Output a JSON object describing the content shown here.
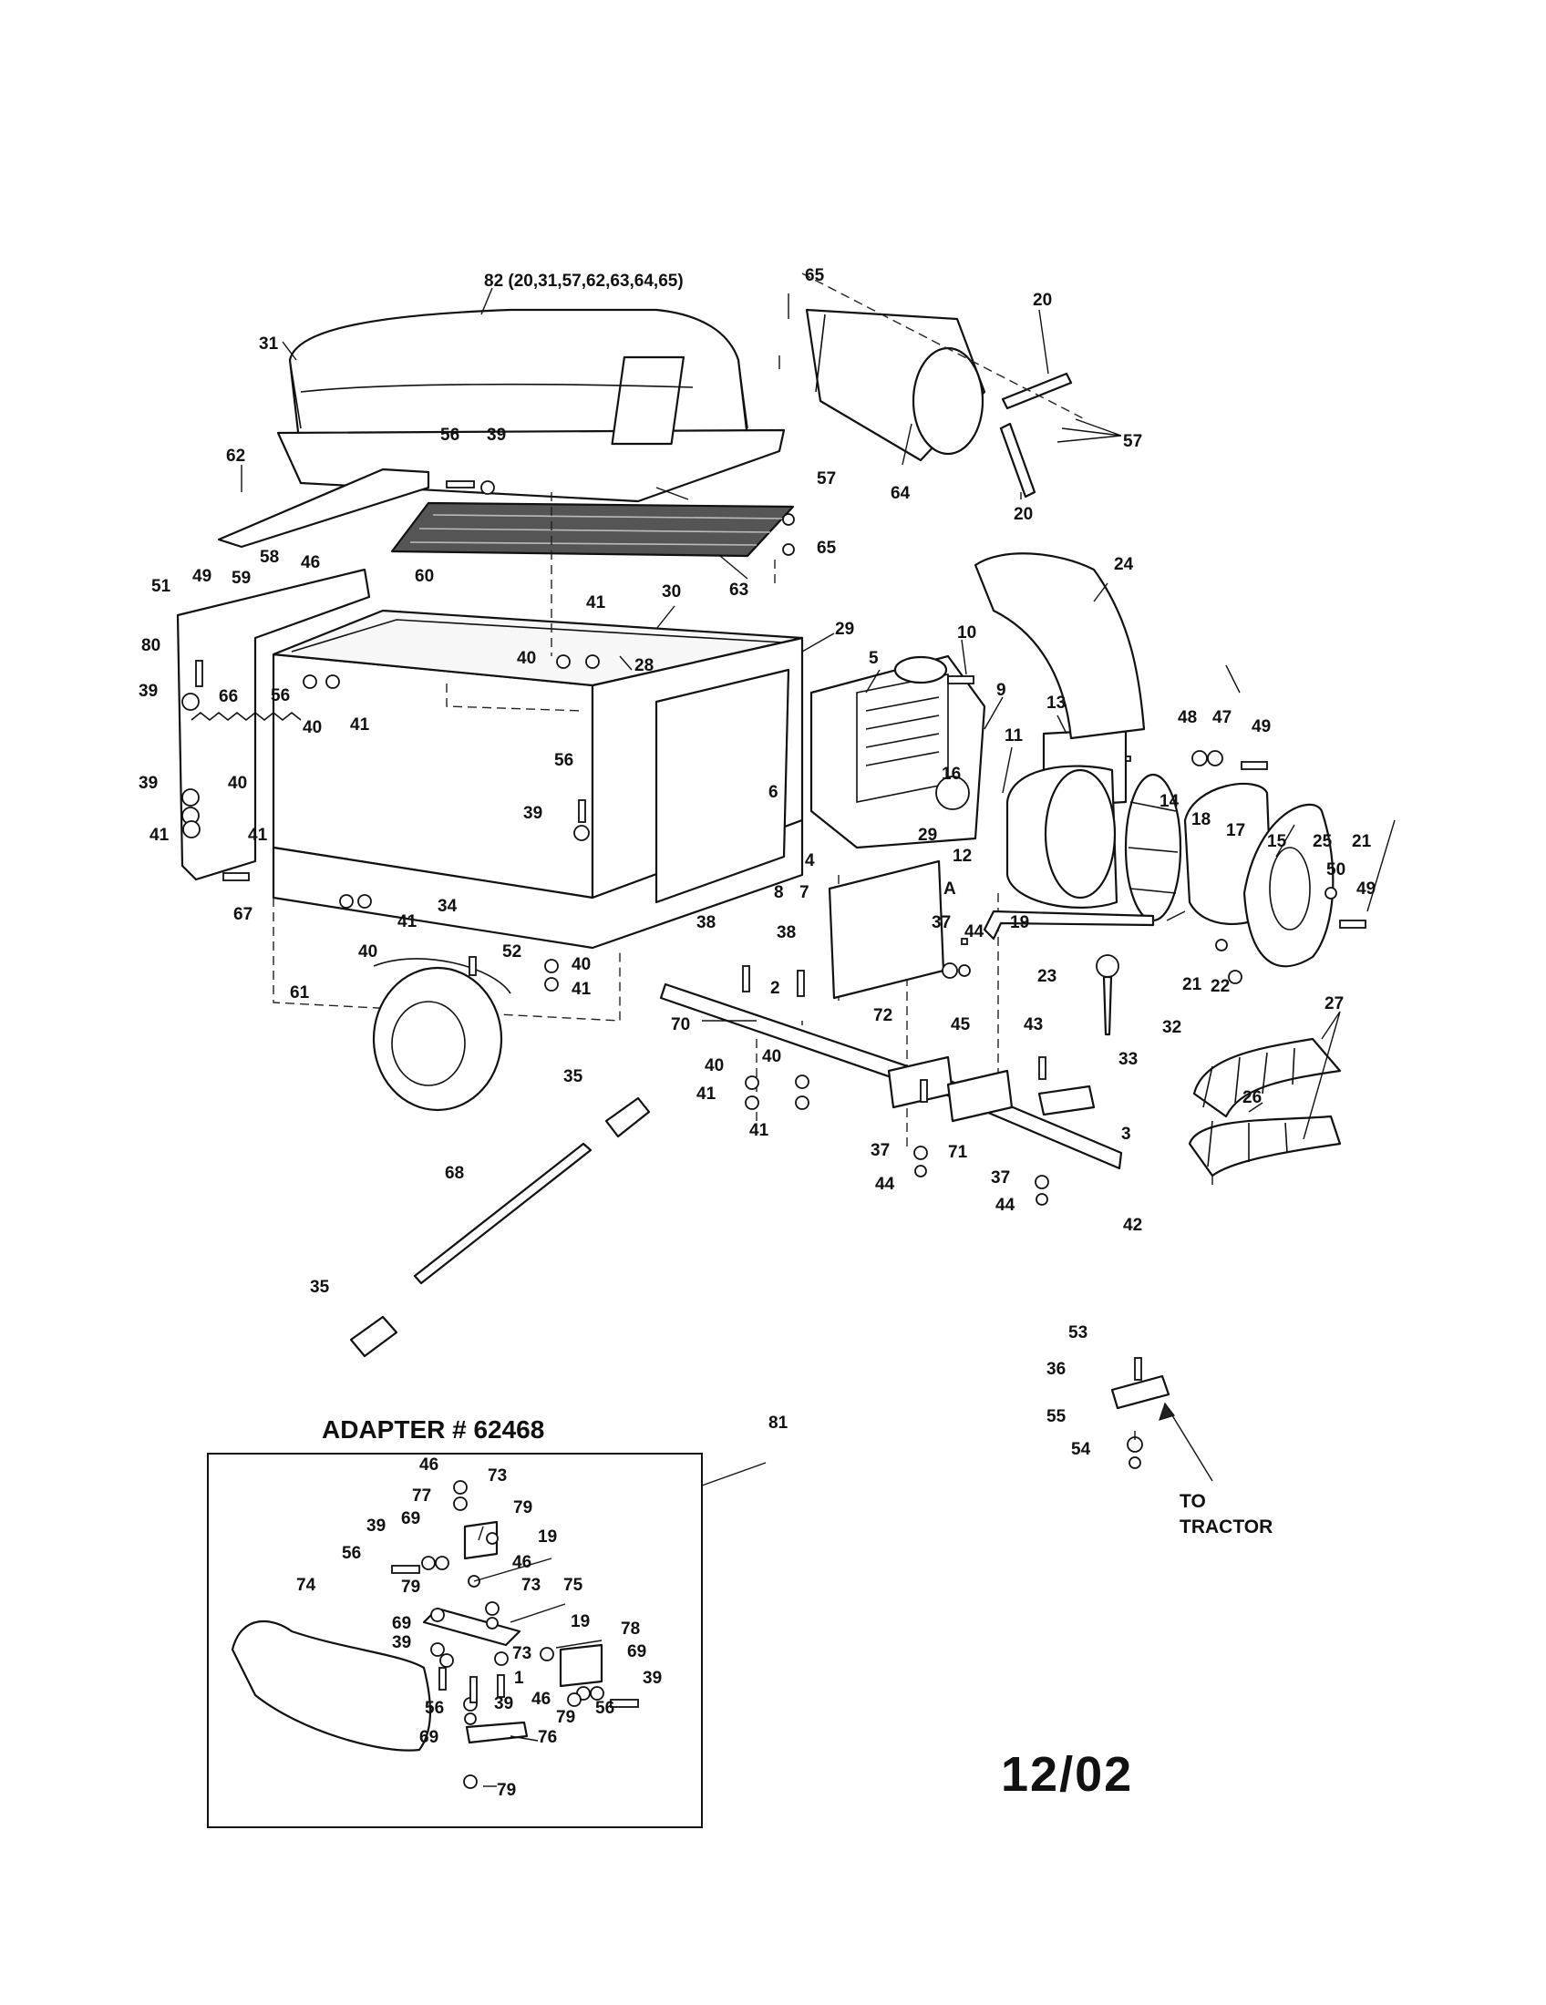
{
  "callouts": {
    "kit82": "82 (20,31,57,62,63,64,65)",
    "p65a": "65",
    "p20a": "20",
    "p57a": "57",
    "p64": "64",
    "p20b": "20",
    "p31": "31",
    "p56a": "56",
    "p39a": "39",
    "p62": "62",
    "p57b": "57",
    "p65b": "65",
    "p63": "63",
    "p24": "24",
    "p51": "51",
    "p49a": "49",
    "p59": "59",
    "p58": "58",
    "p46a": "46",
    "p60": "60",
    "p30": "30",
    "p41a": "41",
    "p29a": "29",
    "p80": "80",
    "p40a": "40",
    "p28": "28",
    "p10": "10",
    "p5": "5",
    "p39b": "39",
    "p66": "66",
    "p56b": "56",
    "p40b": "40",
    "p41b": "41",
    "p9": "9",
    "p13": "13",
    "p48": "48",
    "p47": "47",
    "p49b": "49",
    "p11": "11",
    "p16": "16",
    "p39c": "39",
    "p40c": "40",
    "p56c": "56",
    "p6": "6",
    "p41c": "41",
    "p39d": "39",
    "p14": "14",
    "p18": "18",
    "p17": "17",
    "p15": "15",
    "p25": "25",
    "p21a": "21",
    "p41d": "41",
    "p29b": "29",
    "p12": "12",
    "p50": "50",
    "p49c": "49",
    "p4": "4",
    "pA": "A",
    "p67": "67",
    "p34": "34",
    "p41e": "41",
    "p8": "8",
    "p7": "7",
    "p19a": "19",
    "p37a": "37",
    "p44a": "44",
    "p38a": "38",
    "p38b": "38",
    "p40d": "40",
    "p52": "52",
    "p40e": "40",
    "p41f": "41",
    "p61": "61",
    "p23": "23",
    "p21b": "21",
    "p22": "22",
    "p2": "2",
    "p72": "72",
    "p45": "45",
    "p43": "43",
    "p32": "32",
    "p27": "27",
    "p70": "70",
    "p33": "33",
    "p40f": "40",
    "p40g": "40",
    "p35a": "35",
    "p41g": "41",
    "p26": "26",
    "p41h": "41",
    "p3": "3",
    "p37b": "37",
    "p71": "71",
    "p44b": "44",
    "p37c": "37",
    "p68": "68",
    "p44c": "44",
    "p42": "42",
    "p35b": "35",
    "p53": "53",
    "p36": "36",
    "p81": "81",
    "p55": "55",
    "p54": "54",
    "i46a": "46",
    "i73a": "73",
    "i77": "77",
    "i79a": "79",
    "i39a": "39",
    "i69a": "69",
    "i19a": "19",
    "i56a": "56",
    "i46b": "46",
    "i79b": "79",
    "i73b": "73",
    "i74": "74",
    "i75": "75",
    "i19b": "19",
    "i78": "78",
    "i69b": "69",
    "i39b": "39",
    "i73c": "73",
    "i69c": "69",
    "i1": "1",
    "i39c": "39",
    "i46c": "46",
    "i56b": "56",
    "i39d": "39",
    "i79c": "79",
    "i56c": "56",
    "i69d": "69",
    "i76": "76",
    "i79d": "79"
  },
  "adapter_title": "ADAPTER # 62468",
  "to_tractor_line1": "TO",
  "to_tractor_line2": "TRACTOR",
  "revision_date": "12/02"
}
